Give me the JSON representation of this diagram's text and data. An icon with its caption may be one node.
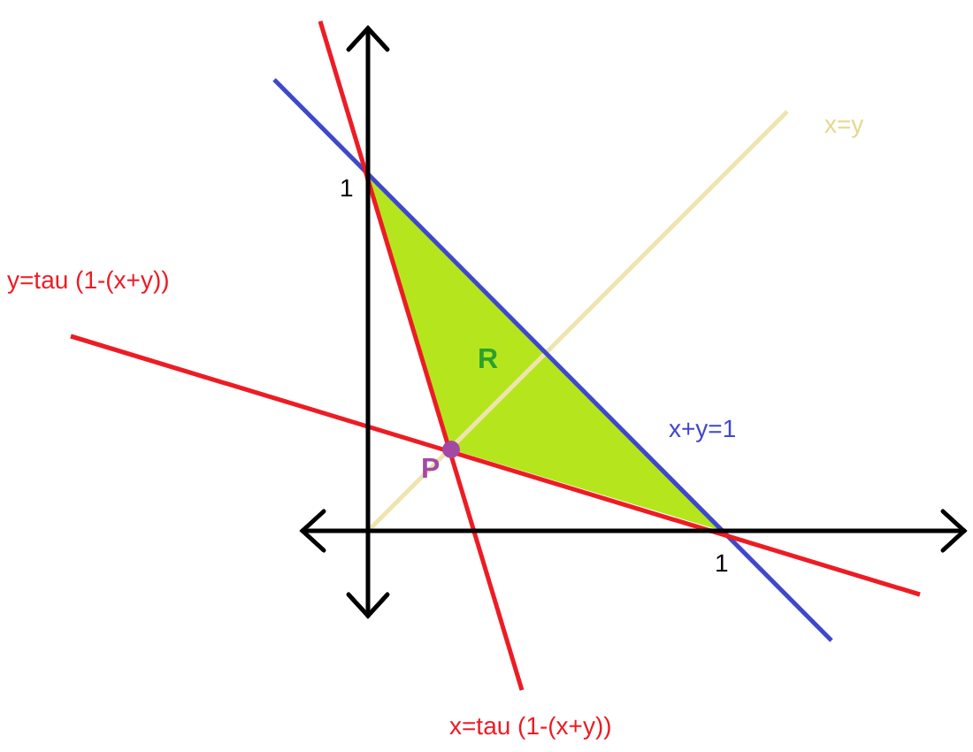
{
  "diagram": {
    "nodes": [
      {
        "text": [
          "R"
        ]
      }
    ],
    "labels": [
      "1",
      "x=y",
      "y=tau (1-(x+y))",
      "x+y=1",
      "P",
      "1",
      "x=tau (1-(x+y))"
    ]
  }
}
